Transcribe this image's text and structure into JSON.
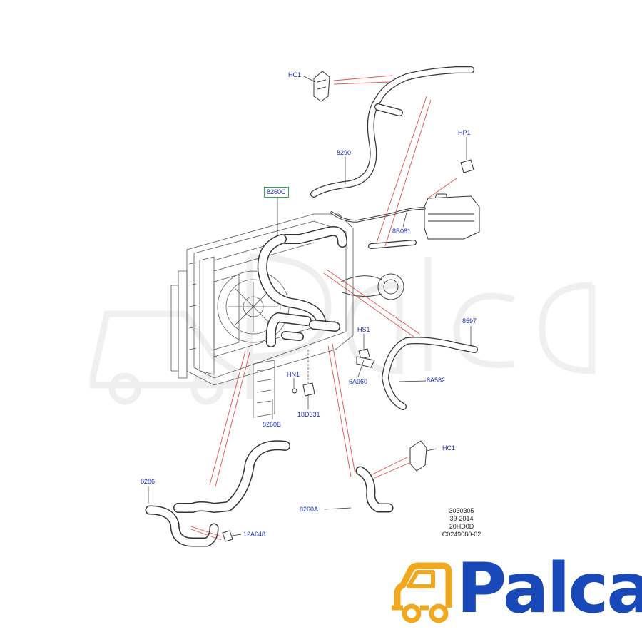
{
  "callouts": {
    "hc1_top": "HC1",
    "hp1": "HP1",
    "p8290": "8290",
    "p8260c": "8260C",
    "p8b081": "8B081",
    "p8597": "8597",
    "hs1": "HS1",
    "p6a960": "6A960",
    "p8a582": "8A582",
    "hn1": "HN1",
    "p18d331": "18D331",
    "p8260b": "8260B",
    "hc1_right": "HC1",
    "p8286": "8286",
    "p12a648": "12A648",
    "p8260a": "8260A"
  },
  "highlighted_callout": "8260C",
  "reference": {
    "line1": "3030305",
    "line2": "39-2014",
    "line3": "20HD0D",
    "line4": "C0249080-02"
  },
  "logo": {
    "text": "Palca"
  },
  "colors": {
    "callout_text": "#1a2fb0",
    "leader_line": "#e0504a",
    "highlight_box": "#22b24c",
    "logo_blue": "#1948b8",
    "logo_orange": "#f0a81e",
    "drawing": "#333333"
  }
}
